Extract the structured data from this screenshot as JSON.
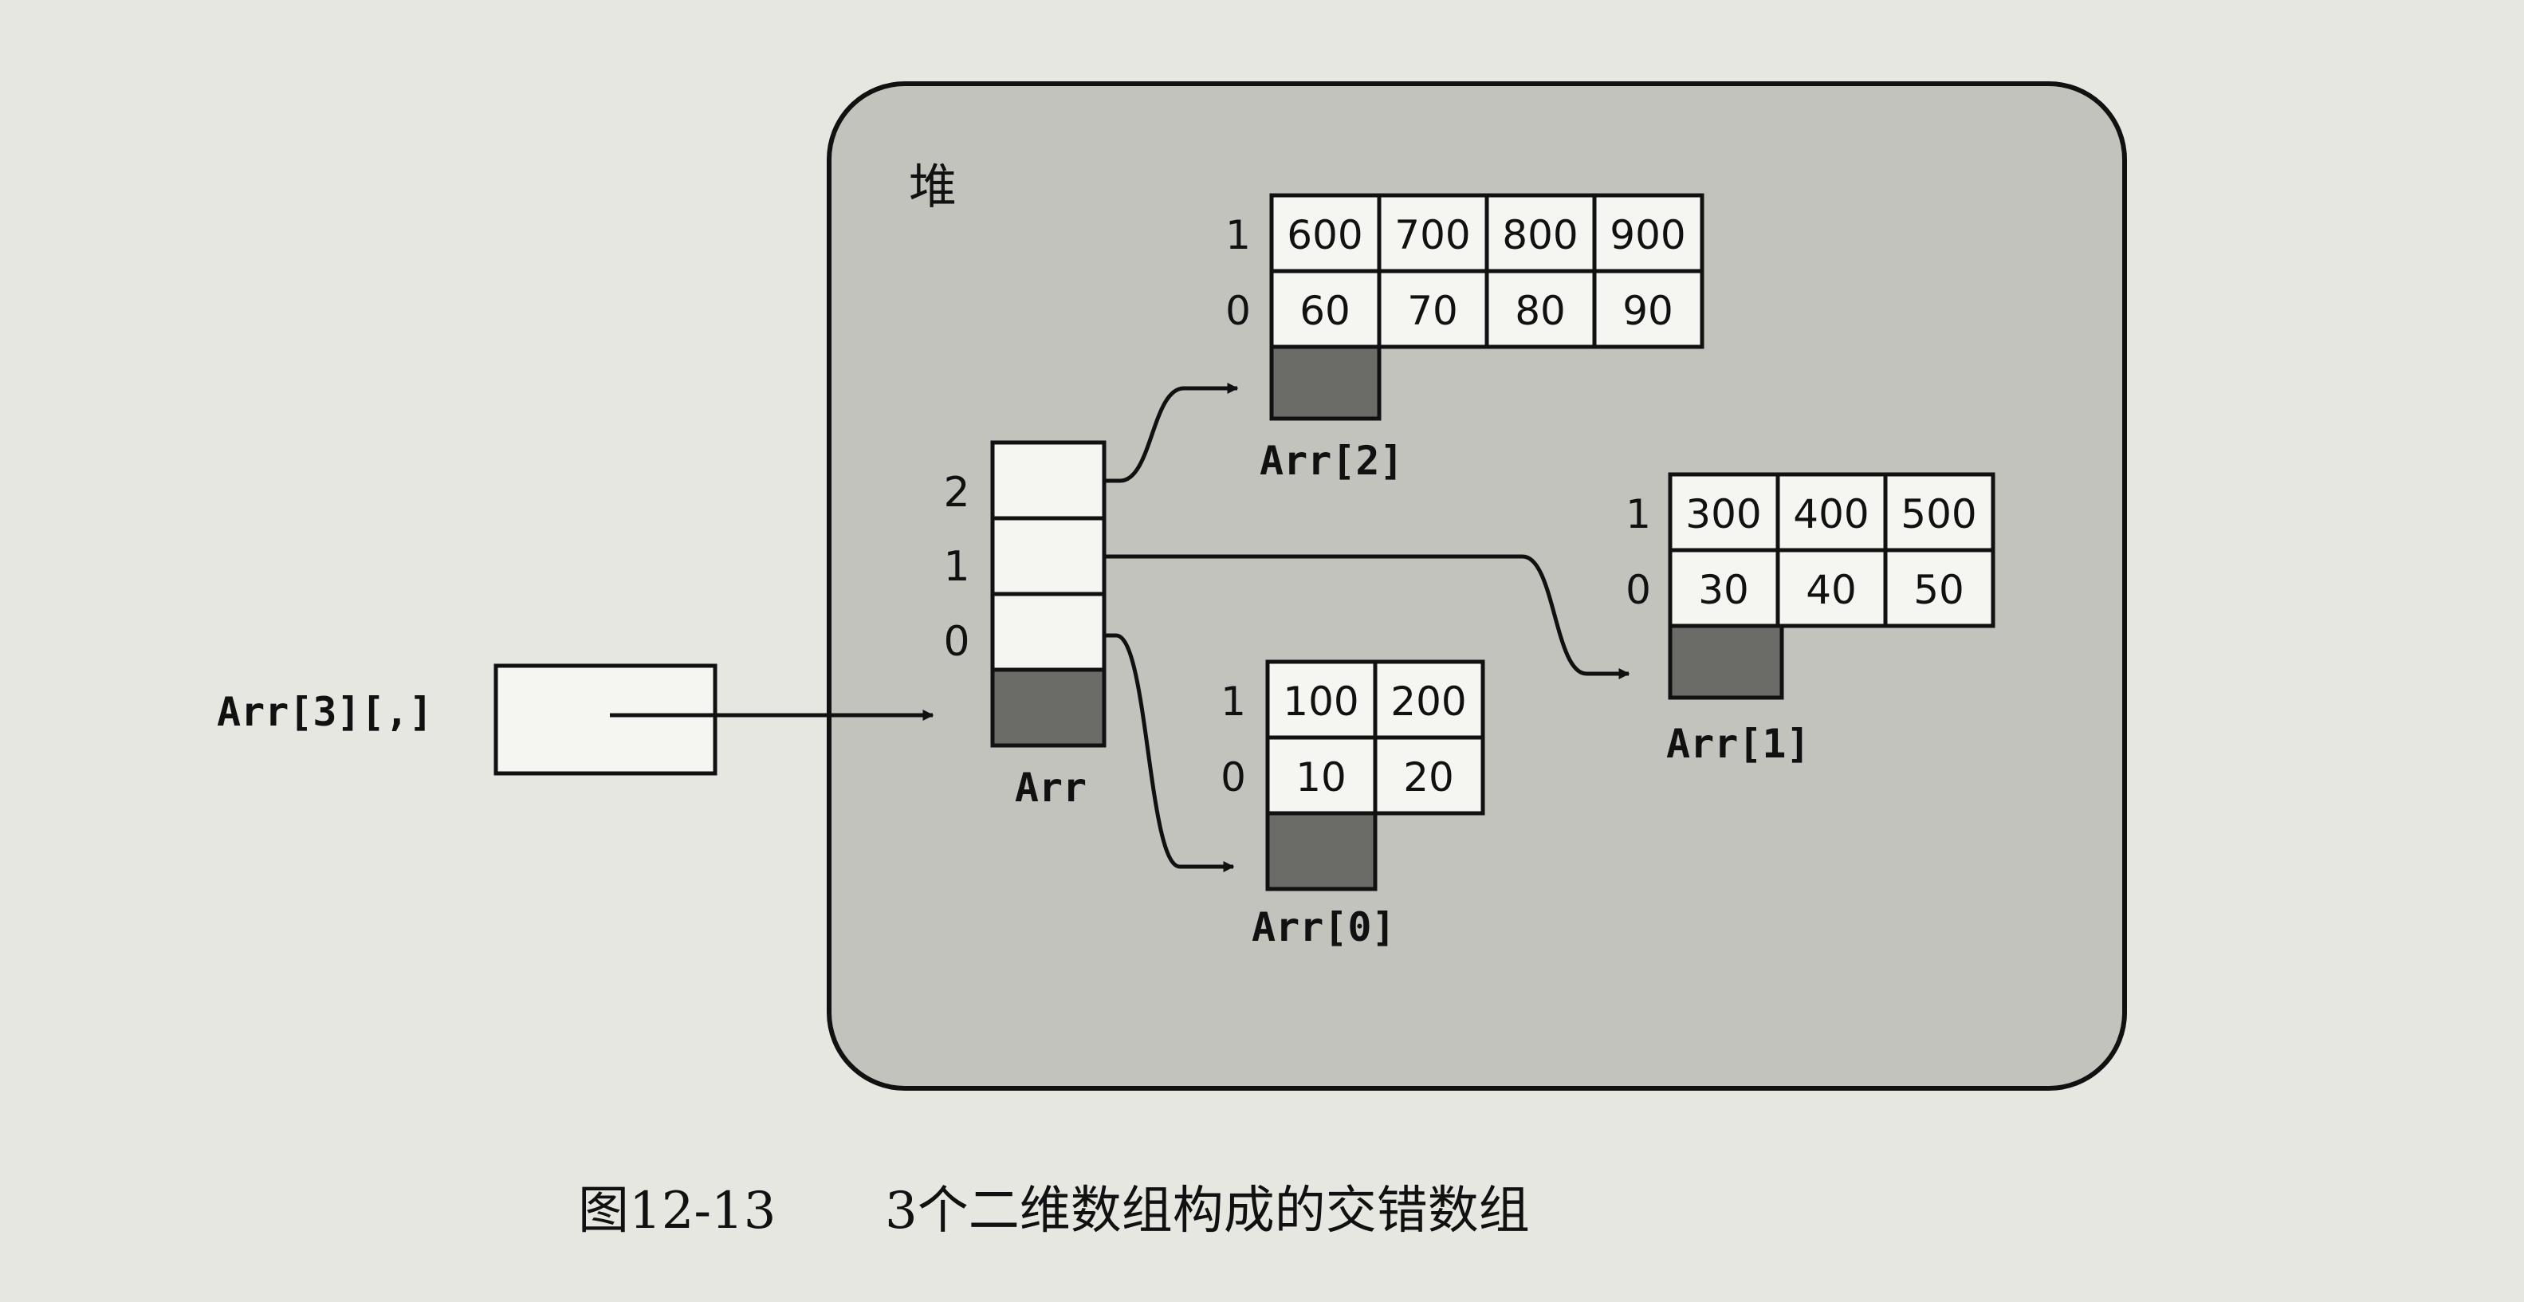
{
  "heap": {
    "label": "堆"
  },
  "reference_var": {
    "label": "Arr[3][,]"
  },
  "outer_array": {
    "label": "Arr",
    "index_labels": [
      "2",
      "1",
      "0"
    ]
  },
  "inner_arrays": [
    {
      "name": "Arr[2]",
      "row_labels": [
        "1",
        "0"
      ],
      "rows": [
        [
          "600",
          "700",
          "800",
          "900"
        ],
        [
          "60",
          "70",
          "80",
          "90"
        ]
      ]
    },
    {
      "name": "Arr[1]",
      "row_labels": [
        "1",
        "0"
      ],
      "rows": [
        [
          "300",
          "400",
          "500"
        ],
        [
          "30",
          "40",
          "50"
        ]
      ]
    },
    {
      "name": "Arr[0]",
      "row_labels": [
        "1",
        "0"
      ],
      "rows": [
        [
          "100",
          "200"
        ],
        [
          "10",
          "20"
        ]
      ]
    }
  ],
  "caption": {
    "number": "图12-13",
    "text": "3个二维数组构成的交错数组"
  },
  "colors": {
    "background": "#e7e7e2",
    "heap_fill": "#c3c3be",
    "cell_fill": "#f5f5f1",
    "header_fill": "#6b6b68",
    "ink": "#111111"
  }
}
